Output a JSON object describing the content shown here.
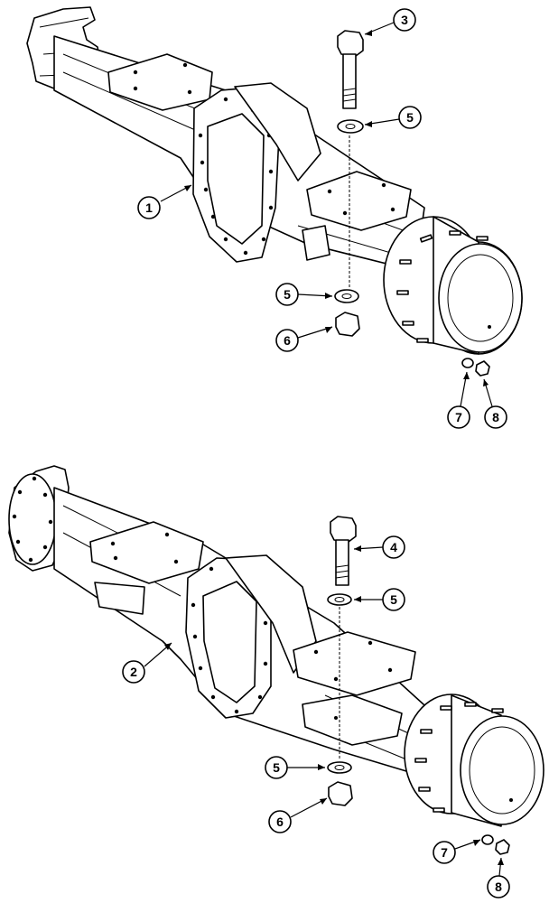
{
  "diagram": {
    "callouts_top": [
      {
        "id": "c-top-1",
        "label": "1"
      },
      {
        "id": "c-top-3",
        "label": "3"
      },
      {
        "id": "c-top-5a",
        "label": "5"
      },
      {
        "id": "c-top-5b",
        "label": "5"
      },
      {
        "id": "c-top-6",
        "label": "6"
      },
      {
        "id": "c-top-7",
        "label": "7"
      },
      {
        "id": "c-top-8",
        "label": "8"
      }
    ],
    "callouts_bottom": [
      {
        "id": "c-bot-2",
        "label": "2"
      },
      {
        "id": "c-bot-4",
        "label": "4"
      },
      {
        "id": "c-bot-5a",
        "label": "5"
      },
      {
        "id": "c-bot-5b",
        "label": "5"
      },
      {
        "id": "c-bot-6",
        "label": "6"
      },
      {
        "id": "c-bot-7",
        "label": "7"
      },
      {
        "id": "c-bot-8",
        "label": "8"
      }
    ]
  }
}
